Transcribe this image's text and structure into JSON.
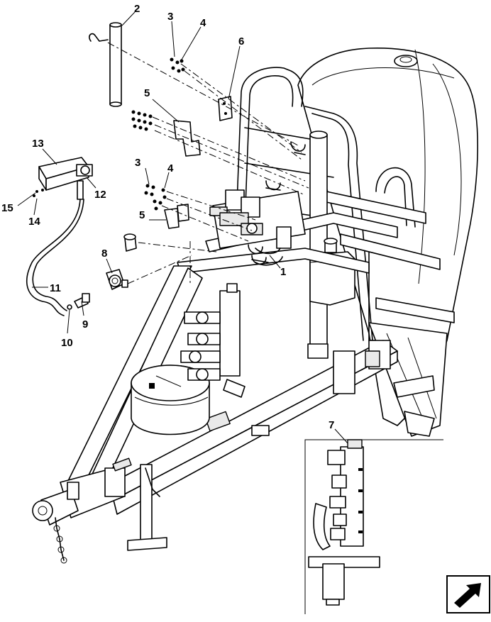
{
  "callouts": [
    {
      "id": "2",
      "label": "2"
    },
    {
      "id": "3a",
      "label": "3"
    },
    {
      "id": "4a",
      "label": "4"
    },
    {
      "id": "6",
      "label": "6"
    },
    {
      "id": "5a",
      "label": "5"
    },
    {
      "id": "13",
      "label": "13"
    },
    {
      "id": "3b",
      "label": "3"
    },
    {
      "id": "4b",
      "label": "4"
    },
    {
      "id": "12",
      "label": "12"
    },
    {
      "id": "15",
      "label": "15"
    },
    {
      "id": "5b",
      "label": "5"
    },
    {
      "id": "14",
      "label": "14"
    },
    {
      "id": "8",
      "label": "8"
    },
    {
      "id": "1",
      "label": "1"
    },
    {
      "id": "11",
      "label": "11"
    },
    {
      "id": "9",
      "label": "9"
    },
    {
      "id": "10",
      "label": "10"
    },
    {
      "id": "7",
      "label": "7"
    }
  ],
  "icons": {
    "corner_nav": "next-page-arrow-icon"
  }
}
